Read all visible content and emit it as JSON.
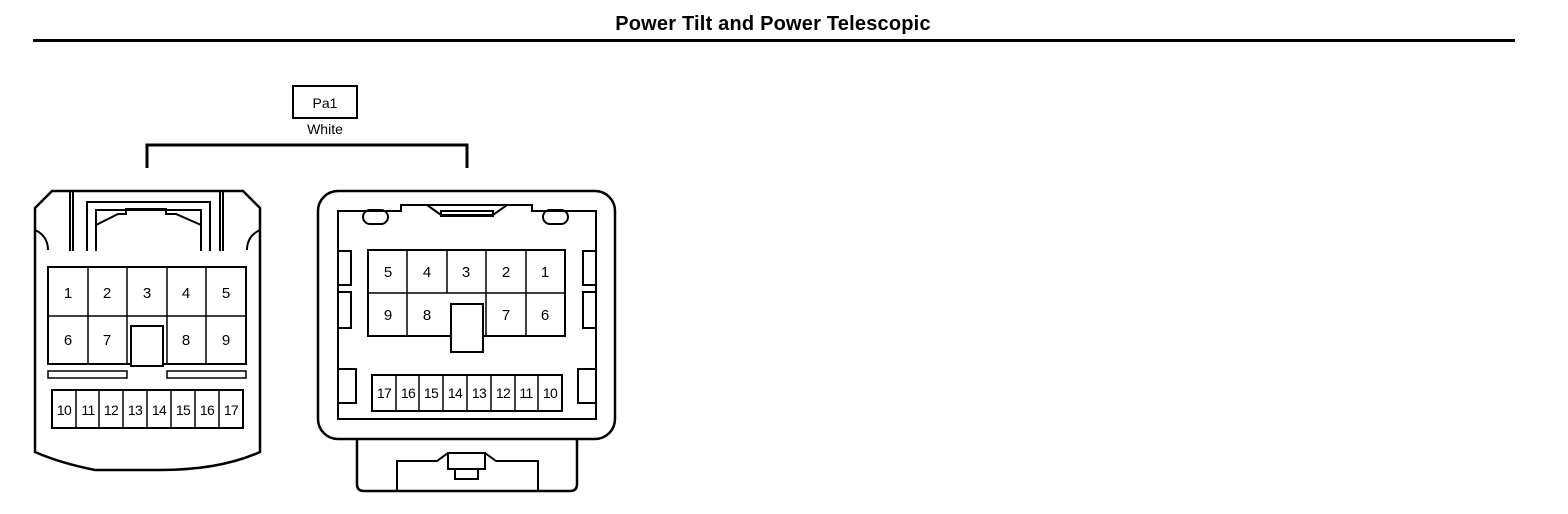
{
  "title": "Power Tilt and Power Telescopic",
  "connector": {
    "code": "Pa1",
    "color": "White"
  },
  "left_connector": {
    "top_pins": [
      "1",
      "2",
      "3",
      "4",
      "5"
    ],
    "mid_pins": [
      "6",
      "7",
      "8",
      "9"
    ],
    "bottom_pins": [
      "10",
      "11",
      "12",
      "13",
      "14",
      "15",
      "16",
      "17"
    ]
  },
  "right_connector": {
    "top_pins": [
      "5",
      "4",
      "3",
      "2",
      "1"
    ],
    "mid_pins": [
      "9",
      "8",
      "7",
      "6"
    ],
    "bottom_pins": [
      "17",
      "16",
      "15",
      "14",
      "13",
      "12",
      "11",
      "10"
    ]
  }
}
